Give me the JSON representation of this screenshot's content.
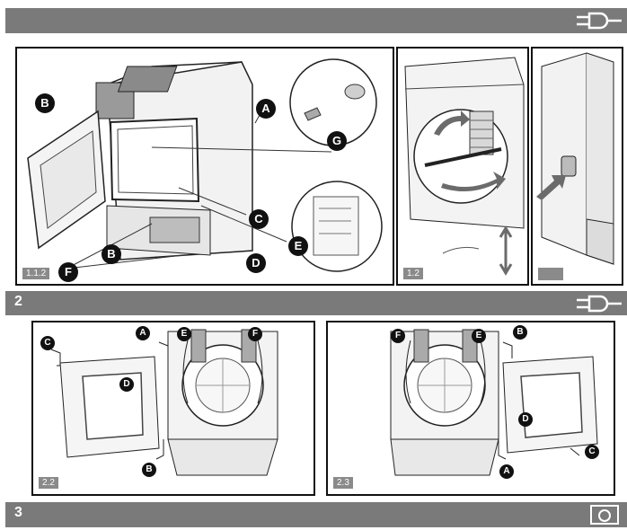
{
  "sections": [
    {
      "number": "",
      "icon": "plug-icon"
    },
    {
      "number": "2",
      "icon": "plug-icon"
    },
    {
      "number": "3",
      "icon": "dryer-icon"
    }
  ],
  "panels": {
    "p11": {
      "tag": "1.1.2"
    },
    "p12": {
      "tag": "1.2"
    },
    "p13": {
      "tag": ""
    },
    "p22": {
      "tag": "2.2"
    },
    "p23": {
      "tag": "2.3"
    }
  },
  "callouts": {
    "p11": [
      "A",
      "B",
      "B",
      "C",
      "D",
      "E",
      "F",
      "G"
    ],
    "p22": [
      "A",
      "B",
      "C",
      "D",
      "E",
      "F"
    ],
    "p23": [
      "A",
      "B",
      "C",
      "D",
      "E",
      "F"
    ]
  },
  "colors": {
    "bar": "#7a7a7a",
    "arrow": "#6b6b6b"
  }
}
